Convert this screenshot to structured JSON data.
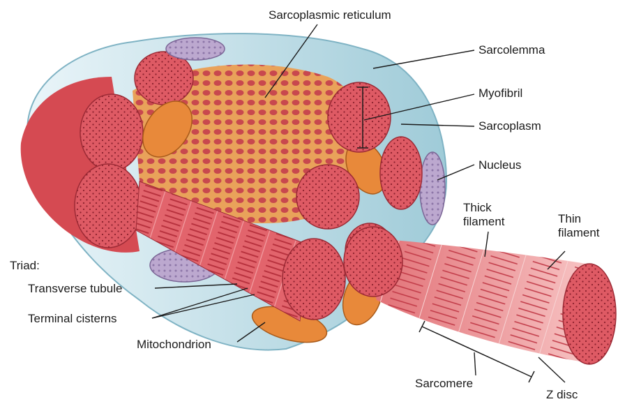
{
  "diagram": {
    "labels": {
      "sarcoplasmic_reticulum": "Sarcoplasmic reticulum",
      "sarcolemma": "Sarcolemma",
      "myofibril": "Myofibril",
      "sarcoplasm": "Sarcoplasm",
      "nucleus": "Nucleus",
      "thick_filament": "Thick\nfilament",
      "thin_filament": "Thin\nfilament",
      "triad": "Triad:",
      "transverse_tubule": "Transverse tubule",
      "terminal_cisterns": "Terminal cisterns",
      "mitochondrion": "Mitochondrion",
      "sarcomere": "Sarcomere",
      "z_disc": "Z disc"
    },
    "colors": {
      "myofibril": "#d9505c",
      "sarcolemma": "#a9d4e0",
      "mitochondrion": "#e8893a",
      "nucleus": "#b7a2c9",
      "reticulum": "#c8683c"
    }
  }
}
